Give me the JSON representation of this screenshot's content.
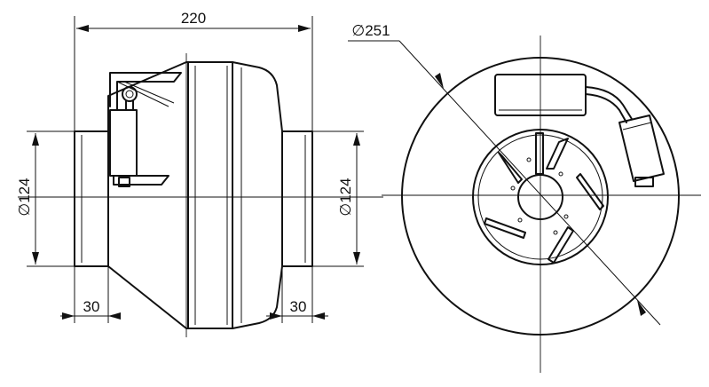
{
  "drawing": {
    "side_view": {
      "overall_length": "220",
      "left_diameter": "∅124",
      "right_diameter": "∅124",
      "left_spigot": "30",
      "right_spigot": "30"
    },
    "front_view": {
      "outer_diameter": "∅251"
    }
  }
}
